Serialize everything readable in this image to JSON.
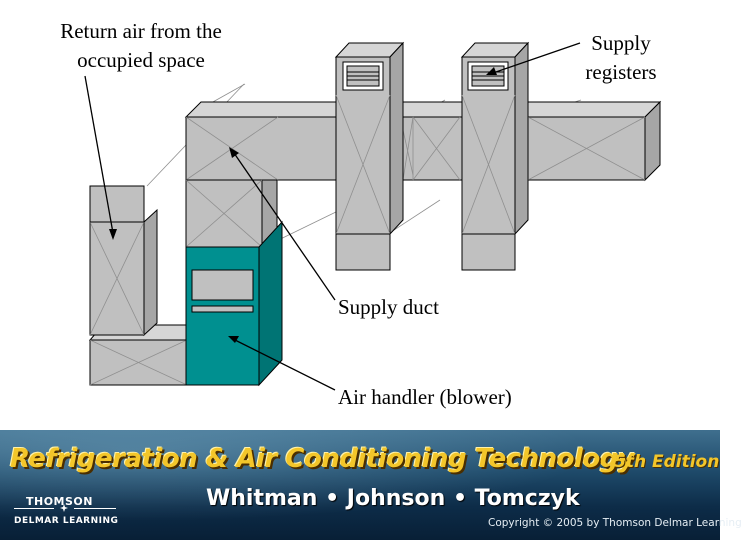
{
  "labels": {
    "return_air": "Return air from the occupied space",
    "supply_registers": "Supply registers",
    "supply_duct": "Supply duct",
    "air_handler": "Air handler (blower)"
  },
  "banner": {
    "title": "Refrigeration & Air Conditioning Technology",
    "edition": "5th Edition",
    "authors": "Whitman • Johnson • Tomczyk",
    "publisher_top": "THOMSON",
    "publisher_bottom": "DELMAR LEARNING",
    "copyright": "Copyright © 2005 by Thomson Delmar Learning"
  },
  "colors": {
    "duct_face": "#c0c0c0",
    "duct_top": "#d6d6d6",
    "duct_side": "#a6a6a6",
    "air_handler_front": "#009090",
    "air_handler_side": "#007474",
    "banner_title": "#f3c62a"
  }
}
